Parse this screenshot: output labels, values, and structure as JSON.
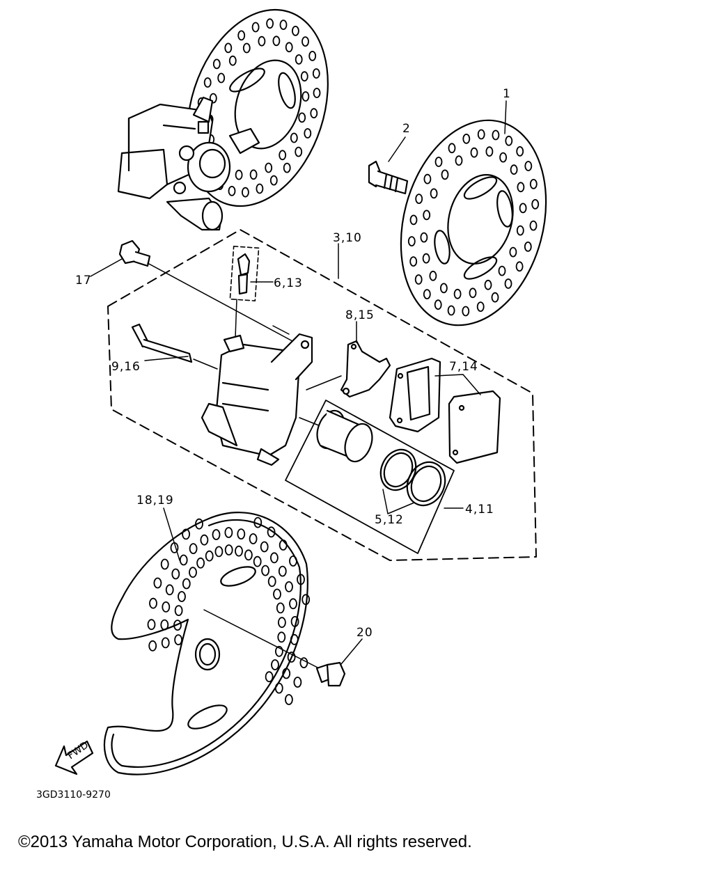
{
  "callouts": {
    "c1": "1",
    "c2": "2",
    "c3": "3,10",
    "c4": "4,11",
    "c5": "5,12",
    "c6": "6,13",
    "c7": "7,14",
    "c8": "8,15",
    "c9": "9,16",
    "c17": "17",
    "c18": "18,19",
    "c20": "20"
  },
  "arrow_label": "FWD",
  "diagram_code": "3GD3110-9270",
  "copyright": "©2013 Yamaha Motor Corporation, U.S.A. All rights reserved."
}
